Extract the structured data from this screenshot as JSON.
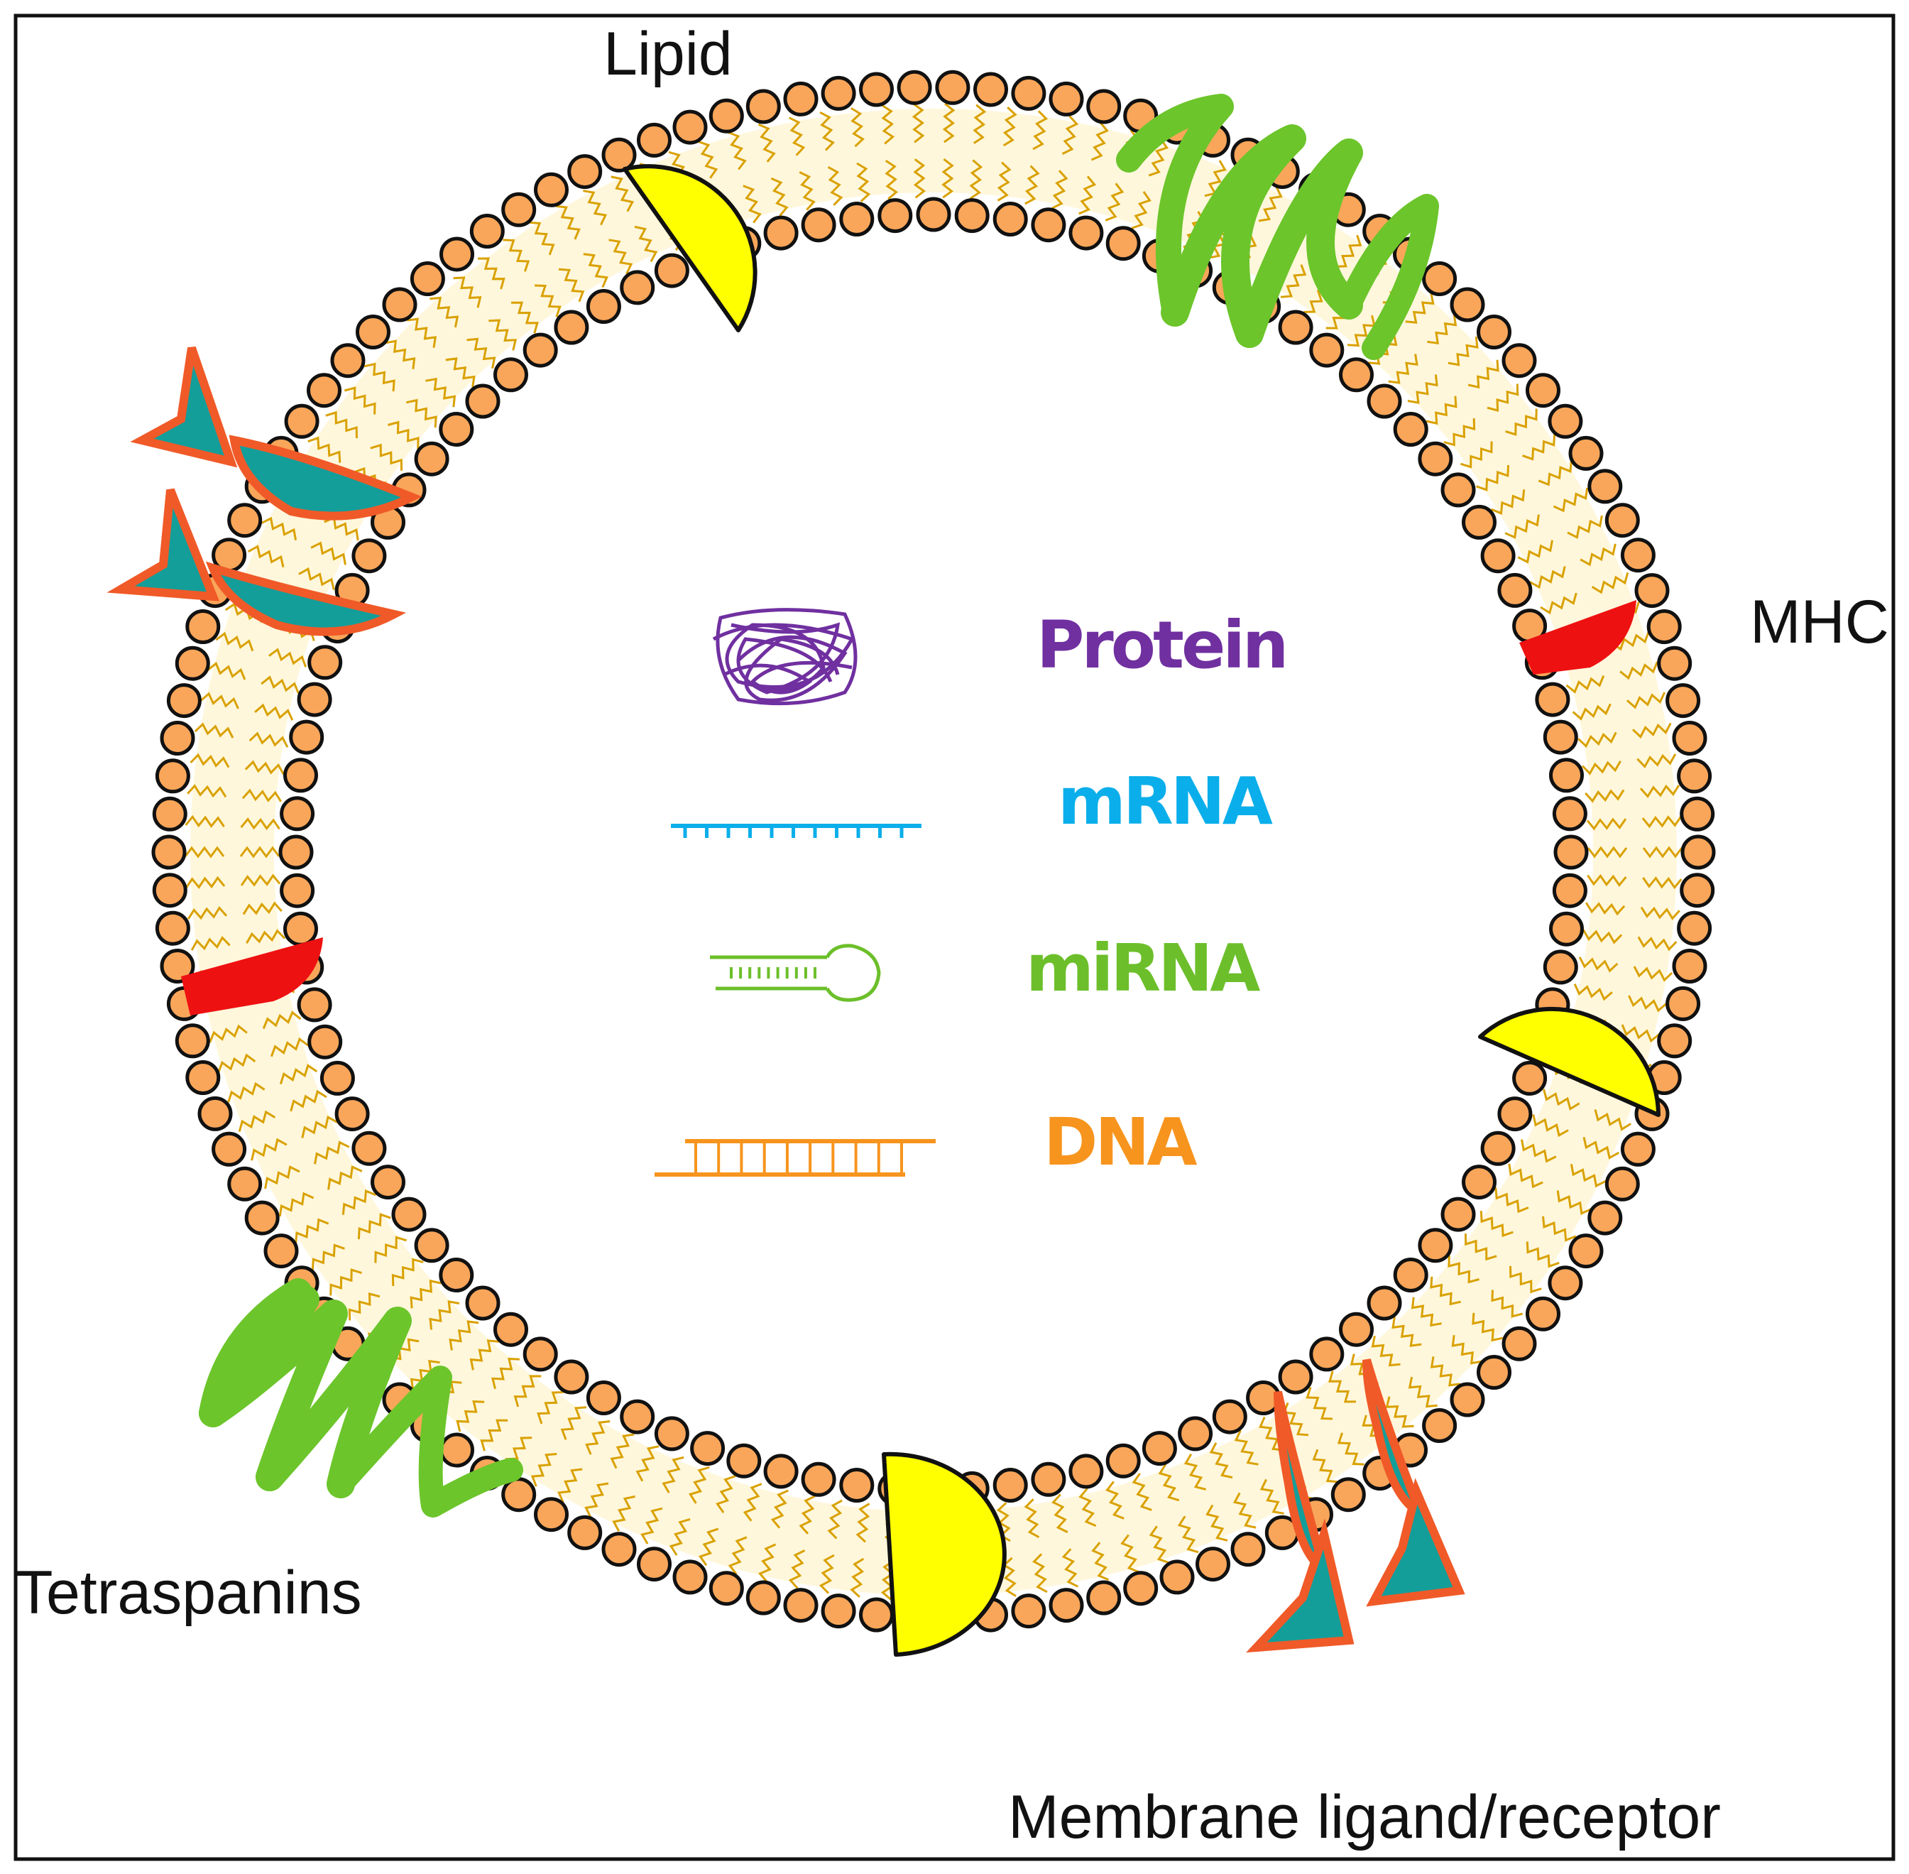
{
  "labels": {
    "lipid": "Lipid",
    "mhc": "MHC",
    "tetraspanins": "Tetraspanins",
    "membrane_ligand_receptor": "Membrane ligand/receptor"
  },
  "legend": [
    {
      "key": "protein",
      "label": "Protein",
      "color": "#7030a0"
    },
    {
      "key": "mrna",
      "label": "mRNA",
      "color": "#0aaeea"
    },
    {
      "key": "mirna",
      "label": "miRNA",
      "color": "#6cbf2a"
    },
    {
      "key": "dna",
      "label": "DNA",
      "color": "#f7941d"
    }
  ],
  "colors": {
    "lipid_head": "#f9a65a",
    "lipid_tail": "#d9a100",
    "lipid_yellow": "#ffff00",
    "mhc_red": "#ee1111",
    "tetraspanin_green": "#6cc52b",
    "receptor_teal": "#139e9a",
    "receptor_outline": "#f05a28",
    "frame": "#111111"
  }
}
